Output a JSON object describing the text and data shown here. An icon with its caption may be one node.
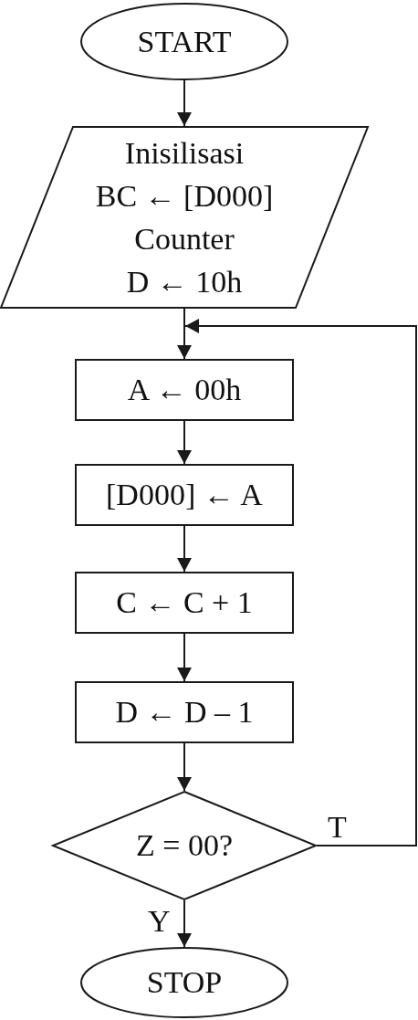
{
  "diagram": {
    "nodes": [
      {
        "text": [
          "START"
        ]
      },
      {
        "text": [
          "Inisilisasi",
          "BC ← [D000]",
          "Counter",
          "D ← 10h"
        ]
      },
      {
        "text": [
          "A ← 00h"
        ]
      },
      {
        "text": [
          "[D000] ← A"
        ]
      },
      {
        "text": [
          "C ← C + 1"
        ]
      },
      {
        "text": [
          "D ← D – 1"
        ]
      },
      {
        "text": [
          "Z = 00?"
        ]
      },
      {
        "text": [
          "STOP"
        ]
      }
    ],
    "edges": [
      {
        "from": 0,
        "to": 1,
        "arrow": "to"
      },
      {
        "from": 1,
        "to": 2,
        "arrow": "to"
      },
      {
        "from": 2,
        "to": 3,
        "arrow": "to"
      },
      {
        "from": 3,
        "to": 4,
        "arrow": "to"
      },
      {
        "from": 4,
        "to": 5,
        "arrow": "to"
      },
      {
        "from": 5,
        "to": 6,
        "arrow": "to"
      },
      {
        "from": 6,
        "to": 7,
        "arrow": "to",
        "label": "Y"
      },
      {
        "from": 6,
        "to": 2,
        "arrow": "to",
        "label": "T"
      }
    ]
  }
}
